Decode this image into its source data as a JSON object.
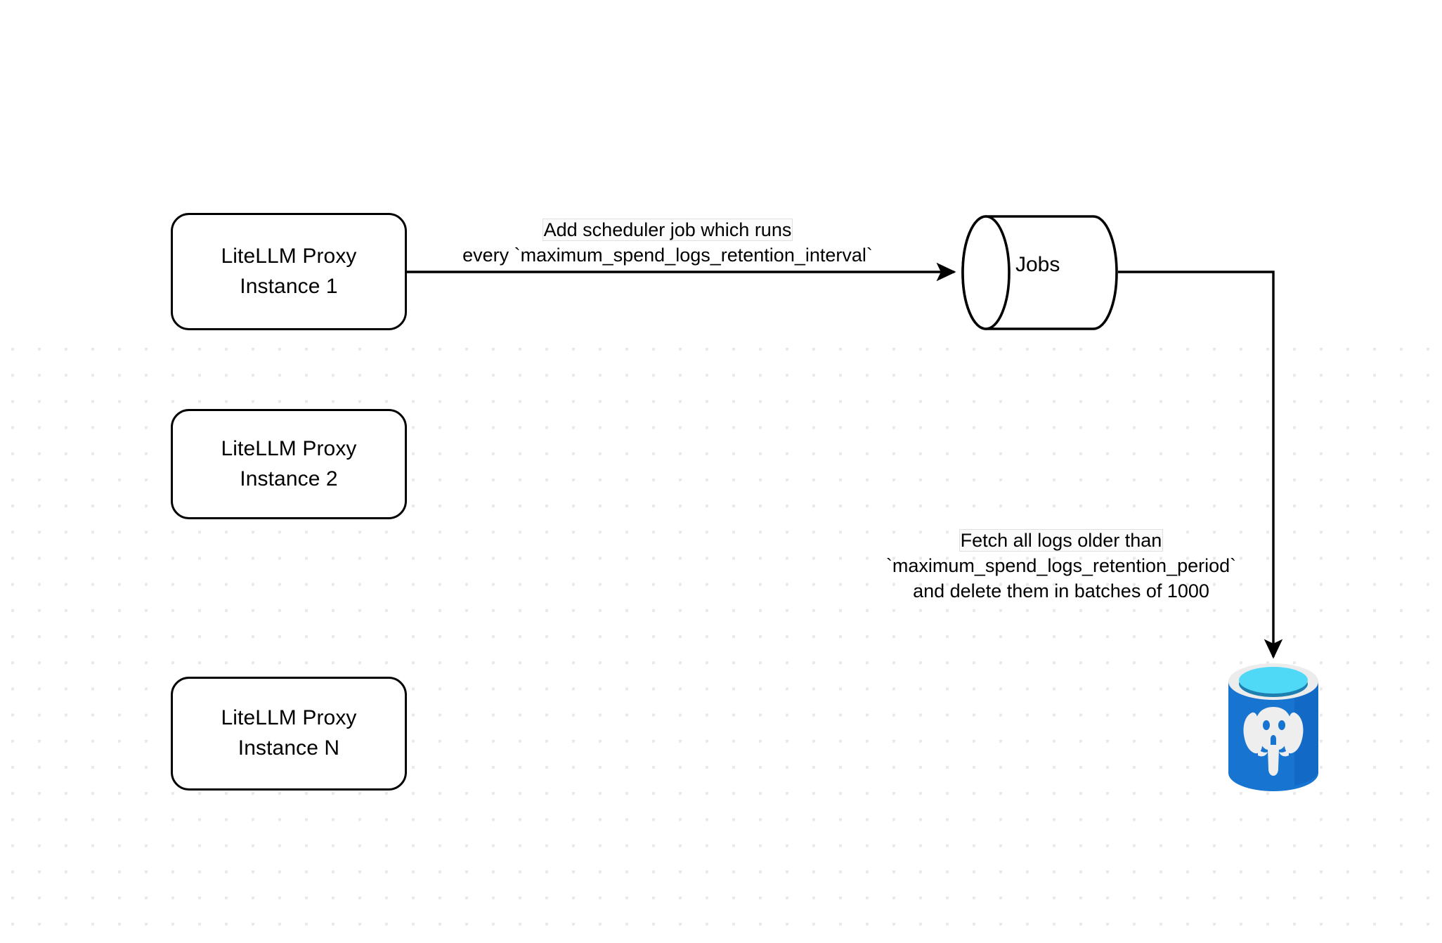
{
  "diagram": {
    "title": "LiteLLM spend-logs retention scheduler flow",
    "background_color": "#ffffff",
    "grid_dot_color": "#e9e9e9",
    "stroke_color": "#000000",
    "nodes": {
      "proxy_1": {
        "line1": "LiteLLM Proxy",
        "line2": "Instance 1"
      },
      "proxy_2": {
        "line1": "LiteLLM Proxy",
        "line2": "Instance 2"
      },
      "proxy_n": {
        "line1": "LiteLLM Proxy",
        "line2": "Instance N"
      },
      "jobs": {
        "label": "Jobs",
        "shape": "cylinder"
      },
      "database": {
        "label": "postgresql-elephant-icon",
        "shape": "database-cylinder",
        "body_color": "#1e7fd4",
        "rim_color": "#eeeeee",
        "liquid_color": "#4fd8f8",
        "logo_color": "#f0f0f0"
      }
    },
    "edges": [
      {
        "id": "scheduler-edge",
        "from": "proxy_1",
        "to": "jobs",
        "label_line1": "Add scheduler job which runs",
        "label_line2": "every `maximum_spend_logs_retention_interval`",
        "highlight_text": "Add scheduler"
      },
      {
        "id": "fetch-edge",
        "from": "jobs",
        "to": "database",
        "label_line1": "Fetch all logs older than",
        "label_line2": "`maximum_spend_logs_retention_period`",
        "label_line3": "and delete them in batches of 1000",
        "highlight_text": "Fetch all logs older than",
        "batch_size": 1000
      }
    ]
  }
}
